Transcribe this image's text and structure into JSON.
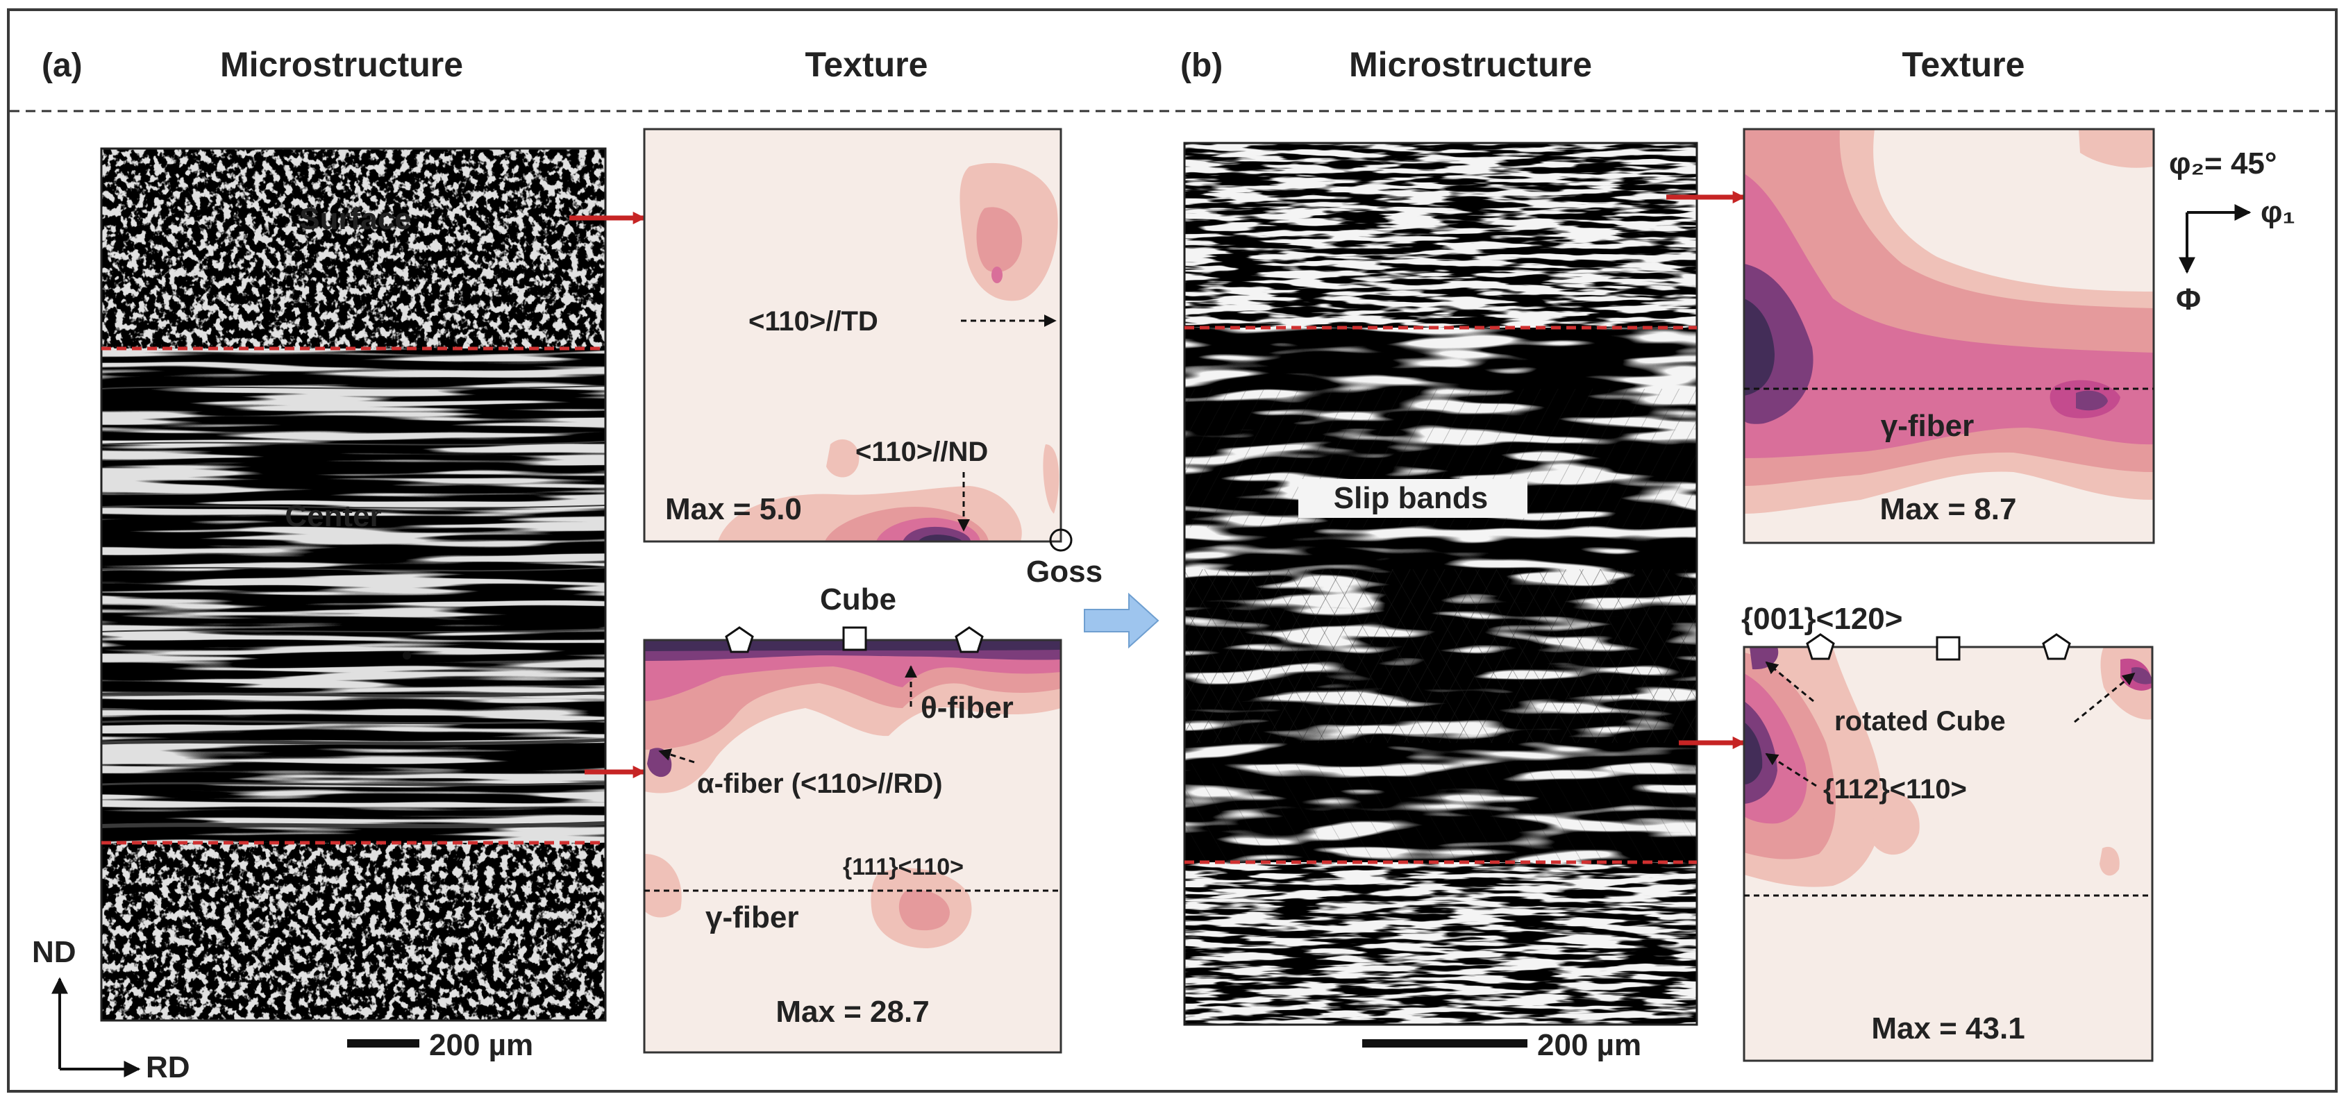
{
  "colors": {
    "background": "#ffffff",
    "frame": "#3a3a3a",
    "texture_bg": "#f6ece7",
    "contour_1": "#efc1b8",
    "contour_2": "#e59a9c",
    "contour_3": "#d96f9a",
    "contour_4": "#c44b8e",
    "contour_5": "#7c3d7b",
    "contour_6": "#432d58",
    "red_arrow": "#c62424",
    "red_line": "#d03030",
    "transition_arrow": "#9ec5ee"
  },
  "panel_a": {
    "tag": "(a)",
    "microstructure_title": "Microstructure",
    "texture_title": "Texture",
    "surface_label": "Surface",
    "center_label": "Center",
    "scale_bar": "200 µm",
    "axis_nd": "ND",
    "axis_rd": "RD",
    "surface_texture": {
      "td_label": "<110>//TD",
      "nd_label": "<110>//ND",
      "max_label": "Max = 5.0",
      "goss_label": "Goss"
    },
    "center_texture": {
      "cube_label": "Cube",
      "theta_label": "θ-fiber",
      "alpha_label": "α-fiber (<110>//RD)",
      "hkl_label": "{111}<110>",
      "gamma_label": "γ-fiber",
      "max_label": "Max = 28.7"
    }
  },
  "panel_b": {
    "tag": "(b)",
    "microstructure_title": "Microstructure",
    "texture_title": "Texture",
    "slip_label": "Slip bands",
    "scale_bar": "200 µm",
    "phi2_label": "φ₂= 45°",
    "phi1_label": "φ₁",
    "phi_label": "Φ",
    "surface_texture": {
      "gamma_label": "γ-fiber",
      "max_label": "Max = 8.7"
    },
    "center_texture": {
      "hkl_top_label": "{001}<120>",
      "rotated_cube_label": "rotated Cube",
      "hkl_label": "{112}<110>",
      "max_label": "Max = 43.1"
    }
  }
}
